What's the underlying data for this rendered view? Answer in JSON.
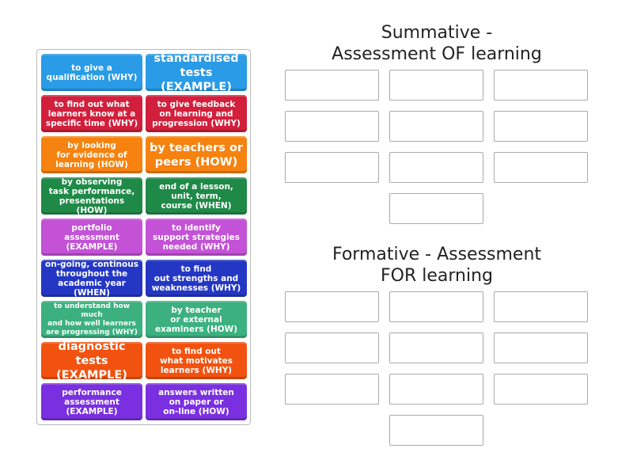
{
  "tiles": [
    {
      "text": "to give a\nqualification (WHY)",
      "color": "#2a9be6",
      "size": "n"
    },
    {
      "text": "standardised\ntests (EXAMPLE)",
      "color": "#2a9be6",
      "size": "big"
    },
    {
      "text": "to find out what\nlearners know at a\nspecific time (WHY)",
      "color": "#d21f3c",
      "size": "n"
    },
    {
      "text": "to give feedback\non learning and\nprogression (WHY)",
      "color": "#d21f3c",
      "size": "n"
    },
    {
      "text": "by looking\nfor evidence of\nlearning (HOW)",
      "color": "#f6820f",
      "size": "n"
    },
    {
      "text": "by teachers or\npeers (HOW)",
      "color": "#f6820f",
      "size": "big"
    },
    {
      "text": "by observing\ntask performance,\npresentations (HOW)",
      "color": "#1f8a47",
      "size": "n"
    },
    {
      "text": "end of a lesson,\nunit, term,\ncourse (WHEN)",
      "color": "#1f8a47",
      "size": "n"
    },
    {
      "text": "portfolio\nassessment\n(EXAMPLE)",
      "color": "#c352d6",
      "size": "n"
    },
    {
      "text": "to identify\nsupport strategies\nneeded (WHY)",
      "color": "#c352d6",
      "size": "n"
    },
    {
      "text": "on-going, continous\nthroughout the\nacademic year (WHEN)",
      "color": "#2437c4",
      "size": "n"
    },
    {
      "text": "to find\nout strengths and\nweaknesses (WHY)",
      "color": "#2437c4",
      "size": "n"
    },
    {
      "text": "to understand how much\nand how well learners\nare progressing (WHY)",
      "color": "#3cb17f",
      "size": "small"
    },
    {
      "text": "by teacher\nor external\nexaminers (HOW)",
      "color": "#3cb17f",
      "size": "n"
    },
    {
      "text": "diagnostic tests\n(EXAMPLE)",
      "color": "#f2520f",
      "size": "big"
    },
    {
      "text": "to find out\nwhat motivates\nlearners (WHY)",
      "color": "#f2520f",
      "size": "n"
    },
    {
      "text": "performance\nassessment\n(EXAMPLE)",
      "color": "#7a30e0",
      "size": "n"
    },
    {
      "text": "answers written\non paper or\non-line (HOW)",
      "color": "#7a30e0",
      "size": "n"
    }
  ],
  "groups": [
    {
      "title": "Summative -\nAssessment OF learning",
      "slots": 10
    },
    {
      "title": "Formative - Assessment\nFOR learning",
      "slots": 10
    }
  ]
}
